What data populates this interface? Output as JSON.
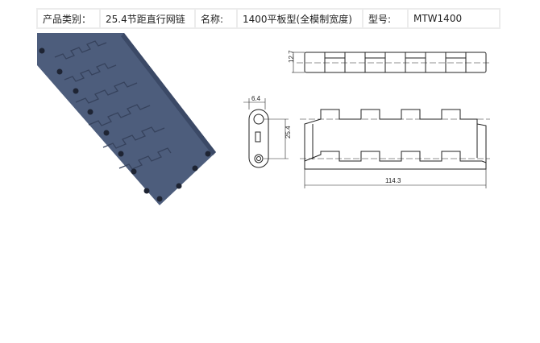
{
  "spec_table": {
    "category_label": "产品类别：",
    "category_value": "25.4节距直行网链",
    "name_label": "名称:",
    "name_value": "1400平板型(全模制宽度)",
    "model_label": "型号:",
    "model_value": "MTW1400"
  },
  "drawing": {
    "dim_thickness": "12.7",
    "dim_pin_width": "6.4",
    "dim_pitch": "25.4",
    "dim_width": "114.3"
  },
  "colors": {
    "chain_blue": "#4a5a78",
    "line": "#222222"
  }
}
